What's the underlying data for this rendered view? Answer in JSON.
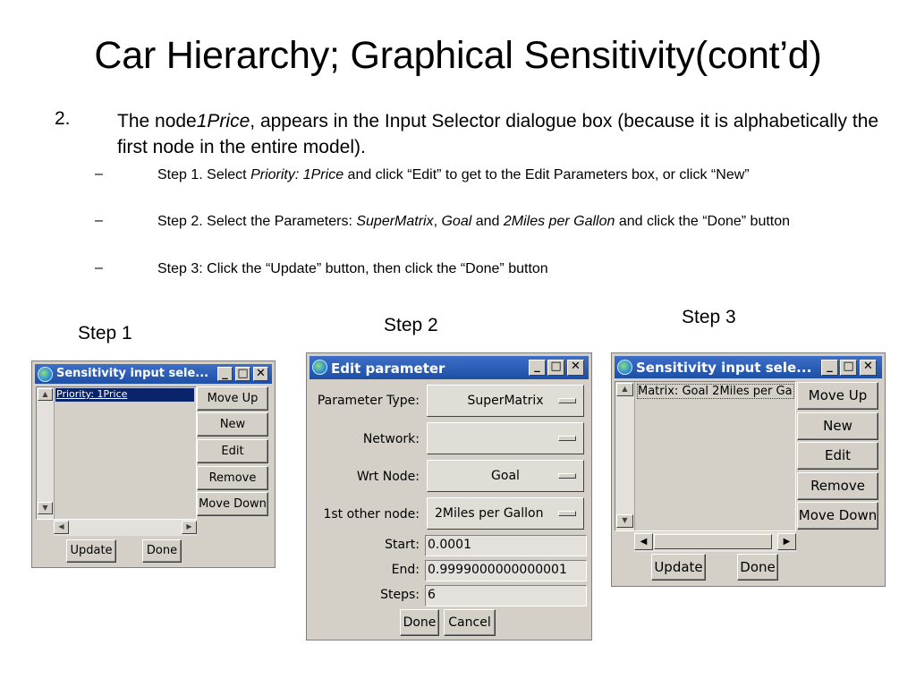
{
  "slide": {
    "title": "Car Hierarchy; Graphical Sensitivity(cont’d)",
    "bullet": {
      "number": "2.",
      "text_before": "The node",
      "node_name": "1Price",
      "text_after": ", appears in the Input Selector dialogue box (because it is alphabetically the first node in the entire model)."
    },
    "sub_bullets": [
      {
        "dash": "–",
        "prefix": "Step 1. Select ",
        "em1": "Priority: 1Price",
        "middle": " and click “Edit” to get to the Edit Parameters box, or click “New”"
      },
      {
        "dash": "–",
        "prefix": "Step 2. Select the Parameters: ",
        "em1": "SuperMatrix",
        "sep1": ", ",
        "em2": "Goal",
        "sep2": " and ",
        "em3": "2Miles per Gallon",
        "suffix": " and click the “Done” button"
      },
      {
        "dash": "–",
        "text": "Step 3: Click the “Update” button, then click the “Done” button"
      }
    ]
  },
  "step_labels": {
    "step1": "Step 1",
    "step2": "Step 2",
    "step3": "Step 3"
  },
  "window_controls": {
    "minimize": "_",
    "maximize": "□",
    "close": "✕"
  },
  "win1": {
    "title": "Sensitivity input sele...",
    "list_items": [
      "Priority: 1Price"
    ],
    "buttons": {
      "move_up": "Move Up",
      "new": "New",
      "edit": "Edit",
      "remove": "Remove",
      "move_down": "Move Down",
      "update": "Update",
      "done": "Done"
    }
  },
  "win2": {
    "title": "Edit parameter",
    "fields": {
      "parameter_type_label": "Parameter Type:",
      "parameter_type_value": "SuperMatrix",
      "network_label": "Network:",
      "network_value": "",
      "wrt_node_label": "Wrt Node:",
      "wrt_node_value": "Goal",
      "other_node_label": "1st other node:",
      "other_node_value": "2Miles per Gallon",
      "start_label": "Start:",
      "start_value": "0.0001",
      "end_label": "End:",
      "end_value": "0.9999000000000001",
      "steps_label": "Steps:",
      "steps_value": "6"
    },
    "buttons": {
      "done": "Done",
      "cancel": "Cancel"
    }
  },
  "win3": {
    "title": "Sensitivity input sele...",
    "list_items": [
      "Matrix: Goal 2Miles per Ga"
    ],
    "buttons": {
      "move_up": "Move Up",
      "new": "New",
      "edit": "Edit",
      "remove": "Remove",
      "move_down": "Move Down",
      "update": "Update",
      "done": "Done"
    }
  },
  "icons": {
    "scroll_up": "▲",
    "scroll_down": "▼",
    "scroll_left": "◀",
    "scroll_right": "▶"
  },
  "colors": {
    "titlebar": "#2d5fb8",
    "window_bg": "#d4d0c8",
    "selection": "#0a246a"
  }
}
